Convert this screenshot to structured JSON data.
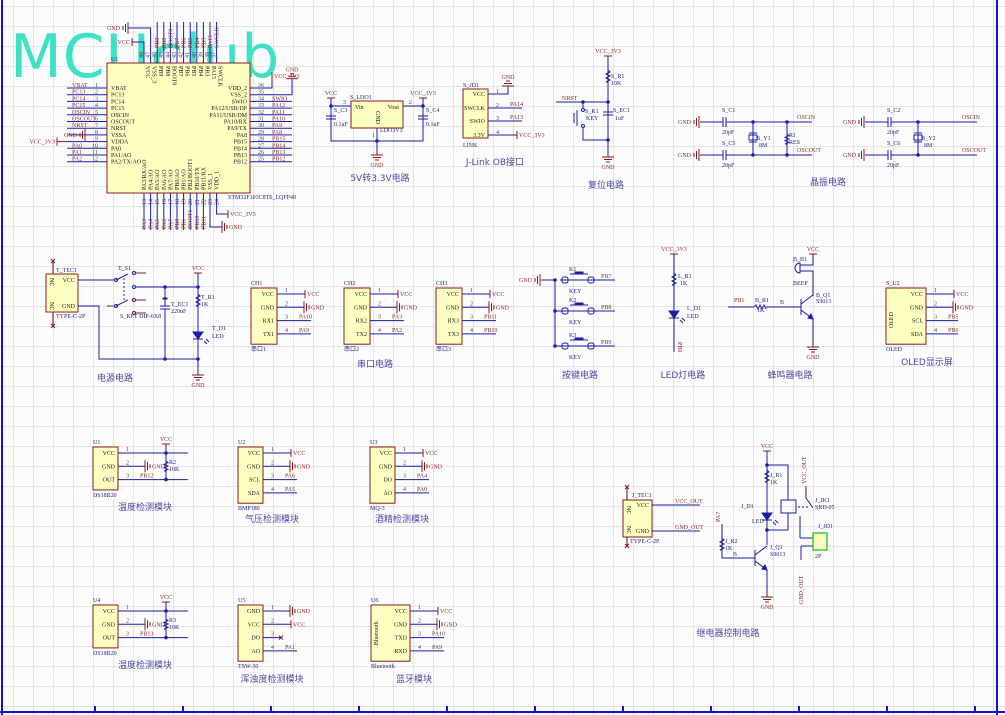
{
  "logo": "MCUclub",
  "mcu": {
    "ref": "U1",
    "part": "STM32F103C8T6_LQFP48",
    "left": [
      {
        "n": "1",
        "name": "VBAT",
        "net": "VBAT"
      },
      {
        "n": "2",
        "name": "PC13",
        "net": "PC13"
      },
      {
        "n": "3",
        "name": "PC14",
        "net": "PC14"
      },
      {
        "n": "4",
        "name": "PC15",
        "net": "PC15"
      },
      {
        "n": "5",
        "name": "OSCIN",
        "net": "OSCIN"
      },
      {
        "n": "6",
        "name": "OSCOUT",
        "net": "OSCOUT"
      },
      {
        "n": "7",
        "name": "NRST",
        "net": "NRST"
      },
      {
        "n": "8",
        "name": "VSSA",
        "net": "GND"
      },
      {
        "n": "9",
        "name": "VDDA",
        "net": "VCC_3V3"
      },
      {
        "n": "10",
        "name": "PA0",
        "net": "PA0"
      },
      {
        "n": "11",
        "name": "PA1/AO",
        "net": "PA1"
      },
      {
        "n": "12",
        "name": "PA2/TX/AO",
        "net": "PA2"
      }
    ],
    "right": [
      {
        "n": "36",
        "name": "VDD_2",
        "net": "VCC_3V3"
      },
      {
        "n": "35",
        "name": "VSS_2",
        "net": "GND"
      },
      {
        "n": "34",
        "name": "SWIO",
        "net": "SWIO"
      },
      {
        "n": "33",
        "name": "PA12/USB/DP",
        "net": "PA12"
      },
      {
        "n": "32",
        "name": "PA11/USB/DM",
        "net": "PA11"
      },
      {
        "n": "31",
        "name": "PA10/RX",
        "net": "PA10"
      },
      {
        "n": "30",
        "name": "PA9/TX",
        "net": "PA9"
      },
      {
        "n": "29",
        "name": "PA8",
        "net": "PA8"
      },
      {
        "n": "28",
        "name": "PB15",
        "net": "PB15"
      },
      {
        "n": "27",
        "name": "PB14",
        "net": "PB14"
      },
      {
        "n": "26",
        "name": "PB13",
        "net": "PB13"
      },
      {
        "n": "25",
        "name": "PB12",
        "net": "PB12"
      }
    ],
    "top": [
      {
        "n": "48",
        "name": "VCC",
        "net": "VCC"
      },
      {
        "n": "47",
        "name": "VSS_3",
        "net": "GND"
      },
      {
        "n": "46",
        "name": "PB9",
        "net": "PB9"
      },
      {
        "n": "45",
        "name": "PB8",
        "net": "PB8"
      },
      {
        "n": "44",
        "name": "BOOT0",
        "net": "BOOT0"
      },
      {
        "n": "43",
        "name": "PB7",
        "net": "PB7"
      },
      {
        "n": "42",
        "name": "PB6",
        "net": "PB6"
      },
      {
        "n": "41",
        "name": "PB5",
        "net": "PB5"
      },
      {
        "n": "40",
        "name": "PB4",
        "net": "PB4"
      },
      {
        "n": "39",
        "name": "PB3",
        "net": "PB3"
      },
      {
        "n": "38",
        "name": "PA15",
        "net": "PA15"
      },
      {
        "n": "37",
        "name": "SWCLK",
        "net": "SWCLK"
      }
    ],
    "bottom": [
      {
        "n": "13",
        "name": "PA3/RX/AO",
        "net": "PA3"
      },
      {
        "n": "14",
        "name": "PA4/AO",
        "net": "PA4"
      },
      {
        "n": "15",
        "name": "PA5/AO",
        "net": "PA5"
      },
      {
        "n": "16",
        "name": "PA6/AO",
        "net": "PA6"
      },
      {
        "n": "17",
        "name": "PA7/AO",
        "net": "PA7"
      },
      {
        "n": "18",
        "name": "PB0/AO",
        "net": "PB0"
      },
      {
        "n": "19",
        "name": "PB1/AO",
        "net": "PB1"
      },
      {
        "n": "20",
        "name": "PB2/BOOT1",
        "net": "BOOT1"
      },
      {
        "n": "21",
        "name": "PB10/TX",
        "net": "PB10"
      },
      {
        "n": "22",
        "name": "PB11/RX",
        "net": "PB11"
      },
      {
        "n": "23",
        "name": "VSS_1",
        "net": "GND"
      },
      {
        "n": "24",
        "name": "VDD_1",
        "net": "VCC_3V3"
      }
    ]
  },
  "ldo": {
    "ref": "S_LDO1",
    "part": "LDO3V3",
    "vin": "Vin",
    "vout": "Vout",
    "gnd_pin": "GND",
    "pin_in": "3",
    "pin_out": "2",
    "pin_gnd": "1",
    "vcc": "VCC",
    "vcc3": "VCC_3V3",
    "gnd": "GND",
    "c3": "S_C3",
    "c3v": "0.1uF",
    "c4": "S_C4",
    "c4v": "0.1uF",
    "title": "5V转3.3V电路"
  },
  "jlink": {
    "ref": "S_JD1",
    "part": "LINK",
    "gnd": "GND",
    "title": "J-Link OB接口",
    "pins": [
      {
        "n": "1",
        "name": "VCC",
        "net": ""
      },
      {
        "n": "2",
        "name": "SWCLK",
        "net": "PA14"
      },
      {
        "n": "3",
        "name": "SWIO",
        "net": "PA13"
      },
      {
        "n": "4",
        "name": "3.3V",
        "net": "VCC_3V3"
      }
    ]
  },
  "reset": {
    "vcc3": "VCC_3V3",
    "r": "S_R1",
    "rv": "10K",
    "nrst": "NRST",
    "k": "S_K1",
    "kv": "KEY",
    "c": "S_EC1",
    "cv": "1uF",
    "gnd": "GND",
    "title": "复位电路"
  },
  "crystal": {
    "gnd": "GND",
    "oscin": "OSCIN",
    "oscout": "OSCOUT",
    "title": "晶振电路",
    "left": {
      "c1": "S_C1",
      "c1v": "20pF",
      "c2": "S_C5",
      "c2v": "20pF",
      "y": "S_Y1",
      "yv": "8M",
      "r": "R1",
      "rv": "RES"
    },
    "right": {
      "c1": "S_C2",
      "c1v": "20pF",
      "c2": "S_C6",
      "c2v": "20pF",
      "y": "S_Y2",
      "yv": "8M"
    }
  },
  "power": {
    "ref": "T_TEC1",
    "part": "TYPE-C-2P",
    "vcc_pin": "VCC",
    "gnd_pin": "GND",
    "nc": "NC",
    "sw": "T_S1",
    "swpart": "S_KFT DIP-6X8",
    "c": "T_EC1",
    "cv": "220uF",
    "r": "T_R1",
    "rv": "1K",
    "d": "T_D1",
    "dv": "LED",
    "vcc": "VCC",
    "gnd": "GND",
    "title": "电源电路"
  },
  "uart": {
    "title": "串口电路",
    "vcc": "VCC",
    "gnd": "GND",
    "modules": [
      {
        "ref": "CH1",
        "part": "串口1",
        "pins": [
          {
            "n": "1",
            "name": "VCC",
            "net": "VCC"
          },
          {
            "n": "2",
            "name": "GND",
            "net": "GND"
          },
          {
            "n": "3",
            "name": "RX1",
            "net": "PA10"
          },
          {
            "n": "4",
            "name": "TX1",
            "net": "PA9"
          }
        ]
      },
      {
        "ref": "CH2",
        "part": "串口2",
        "pins": [
          {
            "n": "1",
            "name": "VCC",
            "net": "VCC"
          },
          {
            "n": "2",
            "name": "GND",
            "net": "GND"
          },
          {
            "n": "3",
            "name": "RX2",
            "net": "PA3"
          },
          {
            "n": "4",
            "name": "TX2",
            "net": "PA2"
          }
        ]
      },
      {
        "ref": "CH3",
        "part": "串口3",
        "pins": [
          {
            "n": "1",
            "name": "VCC",
            "net": "VCC"
          },
          {
            "n": "2",
            "name": "GND",
            "net": "GND"
          },
          {
            "n": "3",
            "name": "RX3",
            "net": "PB11"
          },
          {
            "n": "4",
            "name": "TX3",
            "net": "PB10"
          }
        ]
      }
    ]
  },
  "keys": {
    "gnd": "GND",
    "title": "按键电路",
    "items": [
      {
        "ref": "K1",
        "part": "KEY",
        "net": "PB7"
      },
      {
        "ref": "K2",
        "part": "KEY",
        "net": "PB8"
      },
      {
        "ref": "K3",
        "part": "KEY",
        "net": "PB9"
      }
    ]
  },
  "led": {
    "vcc3": "VCC_3V3",
    "r": "L_R1",
    "rv": "1K",
    "d": "L_D1",
    "dv": "LED",
    "net": "PB0",
    "title": "LED灯电路"
  },
  "buzzer": {
    "vcc": "VCC",
    "b": "B_B1",
    "bv": "BEEP",
    "q": "B_Q1",
    "qv": "S9013",
    "net": "PB1",
    "r": "B_R1",
    "rv": "1K",
    "base": "B",
    "gnd": "GND",
    "title": "蜂鸣器电路"
  },
  "oled": {
    "ref": "S_U2",
    "part": "OLED",
    "inner": "OLED",
    "title": "OLED显示屏",
    "pins": [
      {
        "n": "1",
        "name": "VCC",
        "net": "VCC"
      },
      {
        "n": "2",
        "name": "GND",
        "net": "GND"
      },
      {
        "n": "3",
        "name": "SCL",
        "net": "PB5"
      },
      {
        "n": "4",
        "name": "SDA",
        "net": "PB6"
      }
    ]
  },
  "sensors": [
    {
      "ref": "U1",
      "part": "DS18B20",
      "title": "温度检测模块",
      "r": "R2",
      "rv": "10K",
      "vcc": "VCC",
      "pins": [
        {
          "n": "1",
          "name": "VCC",
          "net": ""
        },
        {
          "n": "2",
          "name": "GND",
          "net": "GND"
        },
        {
          "n": "3",
          "name": "OUT",
          "net": "PB12"
        }
      ]
    },
    {
      "ref": "U2",
      "part": "BMP180",
      "title": "气压检测模块",
      "pins": [
        {
          "n": "1",
          "name": "VCC",
          "net": "VCC"
        },
        {
          "n": "2",
          "name": "GND",
          "net": "GND"
        },
        {
          "n": "3",
          "name": "SCL",
          "net": "PA6"
        },
        {
          "n": "4",
          "name": "SDA",
          "net": "PA5"
        }
      ]
    },
    {
      "ref": "U3",
      "part": "MQ-3",
      "title": "酒精检测模块",
      "pins": [
        {
          "n": "1",
          "name": "VCC",
          "net": "VCC"
        },
        {
          "n": "2",
          "name": "GND",
          "net": "GND"
        },
        {
          "n": "3",
          "name": "DO",
          "net": "PA4"
        },
        {
          "n": "4",
          "name": "AO",
          "net": "PA0"
        }
      ]
    },
    {
      "ref": "U4",
      "part": "DS18B20",
      "title": "温度检测模块",
      "r": "R3",
      "rv": "10K",
      "vcc": "VCC",
      "pins": [
        {
          "n": "1",
          "name": "VCC",
          "net": ""
        },
        {
          "n": "2",
          "name": "GND",
          "net": "GND"
        },
        {
          "n": "3",
          "name": "OUT",
          "net": "PB13"
        }
      ]
    },
    {
      "ref": "U5",
      "part": "TSW-30",
      "title": "浑浊度检测模块",
      "pins": [
        {
          "n": "1",
          "name": "GND",
          "net": "GND"
        },
        {
          "n": "2",
          "name": "VCC",
          "net": "VCC"
        },
        {
          "n": "3",
          "name": "DO",
          "net": "X"
        },
        {
          "n": "4",
          "name": "AO",
          "net": "PA1"
        }
      ]
    },
    {
      "ref": "U6",
      "part": "Bluetooth",
      "inner": "Bluetooth",
      "title": "蓝牙模块",
      "pins": [
        {
          "n": "1",
          "name": "VCC",
          "net": "VCC"
        },
        {
          "n": "2",
          "name": "GND",
          "net": "GND"
        },
        {
          "n": "3",
          "name": "TXD",
          "net": "PA10"
        },
        {
          "n": "4",
          "name": "RXD",
          "net": "PA9"
        }
      ]
    }
  ],
  "relay": {
    "ref": "J_TEC1",
    "part": "TYPE-C-2P",
    "vcc_pin": "VCC",
    "gnd_pin": "GND",
    "nc": "NC",
    "vcc_out": "VCC_OUT",
    "gnd_out": "GND_OUT",
    "vcc": "VCC",
    "r1": "J_R1",
    "r1v": "1K",
    "d": "J_D1",
    "dv": "LED",
    "q": "J_Q1",
    "qv": "S9013",
    "r2": "J_R2",
    "r2v": "1K",
    "net": "PA7",
    "base": "B",
    "gnd": "GND",
    "k": "J_JK1",
    "kv": "SRD-05",
    "jd": "J_JD1",
    "jdv": "2P",
    "title": "继电器控制电路"
  }
}
